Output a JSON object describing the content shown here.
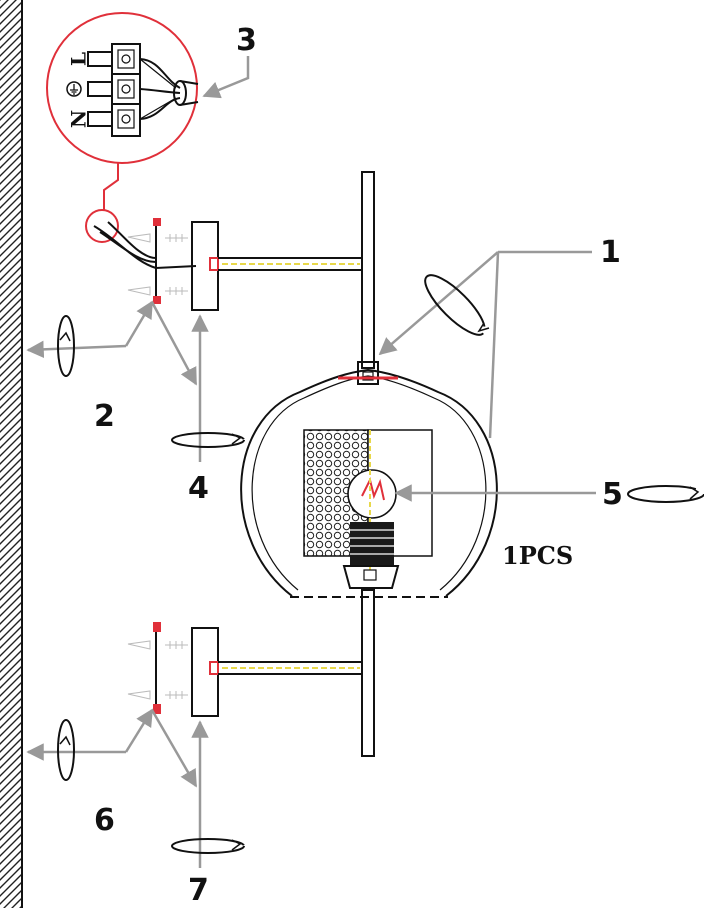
{
  "callouts": {
    "c1": "1",
    "c2": "2",
    "c3": "3",
    "c4": "4",
    "c5": "5",
    "c6": "6",
    "c7": "7"
  },
  "quantity_label": "1PCS",
  "terminal_labels": {
    "live": "L",
    "neutral": "N"
  },
  "icons": [
    "ground-symbol-icon",
    "rotate-arrow-icon",
    "screw-icon",
    "bulb-icon"
  ],
  "colors": {
    "line": "#111111",
    "leader": "#999999",
    "accent_red": "#e0303a",
    "wire_yellow": "#e8d84a"
  }
}
